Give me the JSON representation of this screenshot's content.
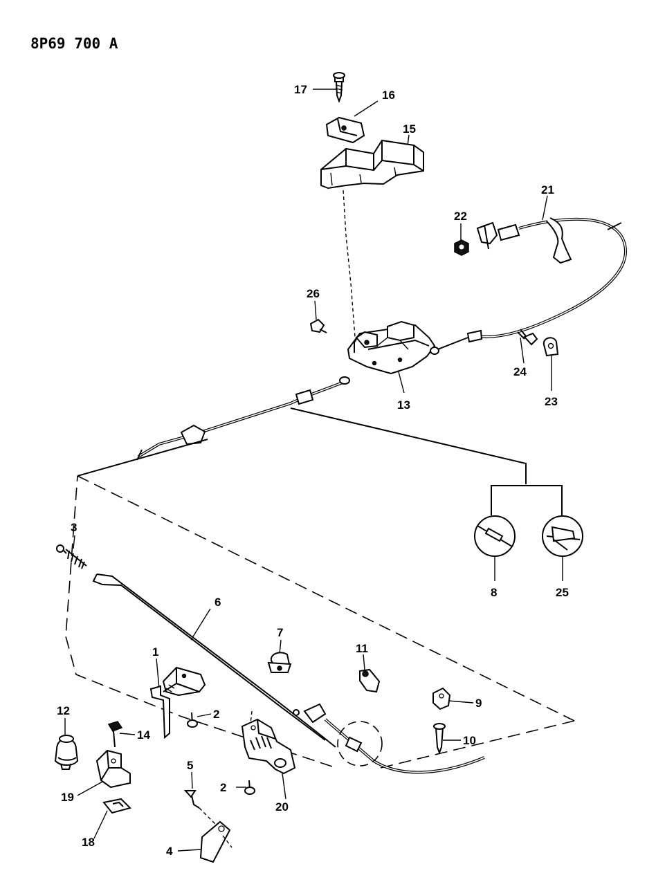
{
  "diagram_code": "8P69 700 A",
  "callouts": [
    "1",
    "2",
    "2",
    "3",
    "4",
    "5",
    "6",
    "7",
    "8",
    "9",
    "10",
    "11",
    "12",
    "13",
    "14",
    "15",
    "16",
    "17",
    "18",
    "19",
    "20",
    "21",
    "22",
    "23",
    "24",
    "25",
    "26"
  ]
}
